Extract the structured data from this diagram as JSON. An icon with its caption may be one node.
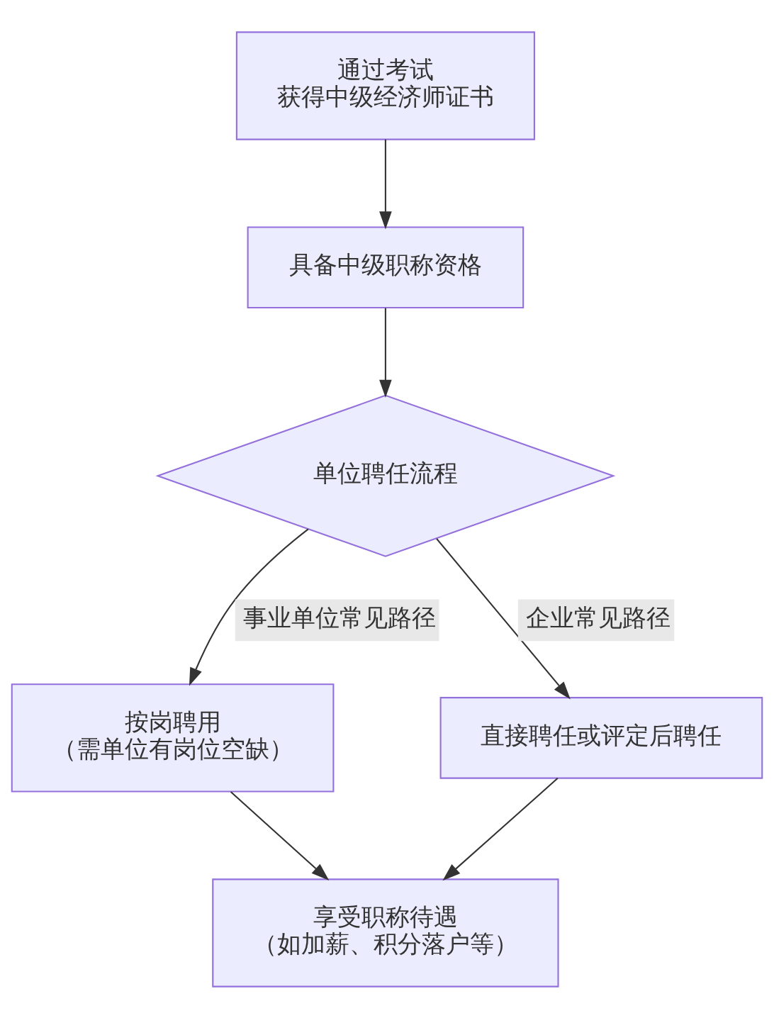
{
  "diagram": {
    "nodes": [
      {
        "text": [
          "通过考试",
          "获得中级经济师证书"
        ]
      },
      {
        "text": [
          "具备中级职称资格"
        ]
      },
      {
        "text": [
          "单位聘任流程"
        ]
      },
      {
        "text": [
          "按岗聘用",
          "（需单位有岗位空缺）"
        ]
      },
      {
        "text": [
          "直接聘任或评定后聘任"
        ]
      },
      {
        "text": [
          "享受职称待遇",
          "（如加薪、积分落户等）"
        ]
      }
    ],
    "edges": [
      {
        "from": 0,
        "to": 1,
        "arrow": "to"
      },
      {
        "from": 1,
        "to": 2,
        "arrow": "to"
      },
      {
        "from": 2,
        "to": 3,
        "arrow": "to",
        "label": "事业单位常见路径"
      },
      {
        "from": 2,
        "to": 4,
        "arrow": "to",
        "label": "企业常见路径"
      },
      {
        "from": 3,
        "to": 5,
        "arrow": "to"
      },
      {
        "from": 4,
        "to": 5,
        "arrow": "to"
      }
    ]
  }
}
